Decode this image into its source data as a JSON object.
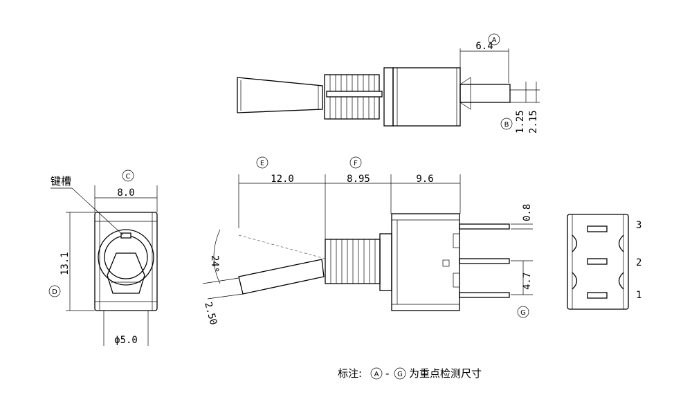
{
  "dimensions": {
    "a_length": "6.4",
    "b_1": "1.25",
    "b_2": "2.15",
    "c_width": "8.0",
    "d_height": "13.1",
    "e_length": "12.0",
    "f_length": "8.95",
    "body_length": "9.6",
    "angle": "24°",
    "lever_offset": "2.50",
    "pin_size": "0.8",
    "g_pitch": "4.7",
    "diameter": "ϕ5.0"
  },
  "markers": [
    "A",
    "B",
    "C",
    "D",
    "E",
    "F",
    "G"
  ],
  "labels": {
    "keyway": "键槽",
    "pins": [
      "3",
      "2",
      "1"
    ],
    "note_prefix": "标注:",
    "note_start": "A",
    "note_dash": "-",
    "note_end": "G",
    "note_suffix": "为重点检测尺寸"
  }
}
